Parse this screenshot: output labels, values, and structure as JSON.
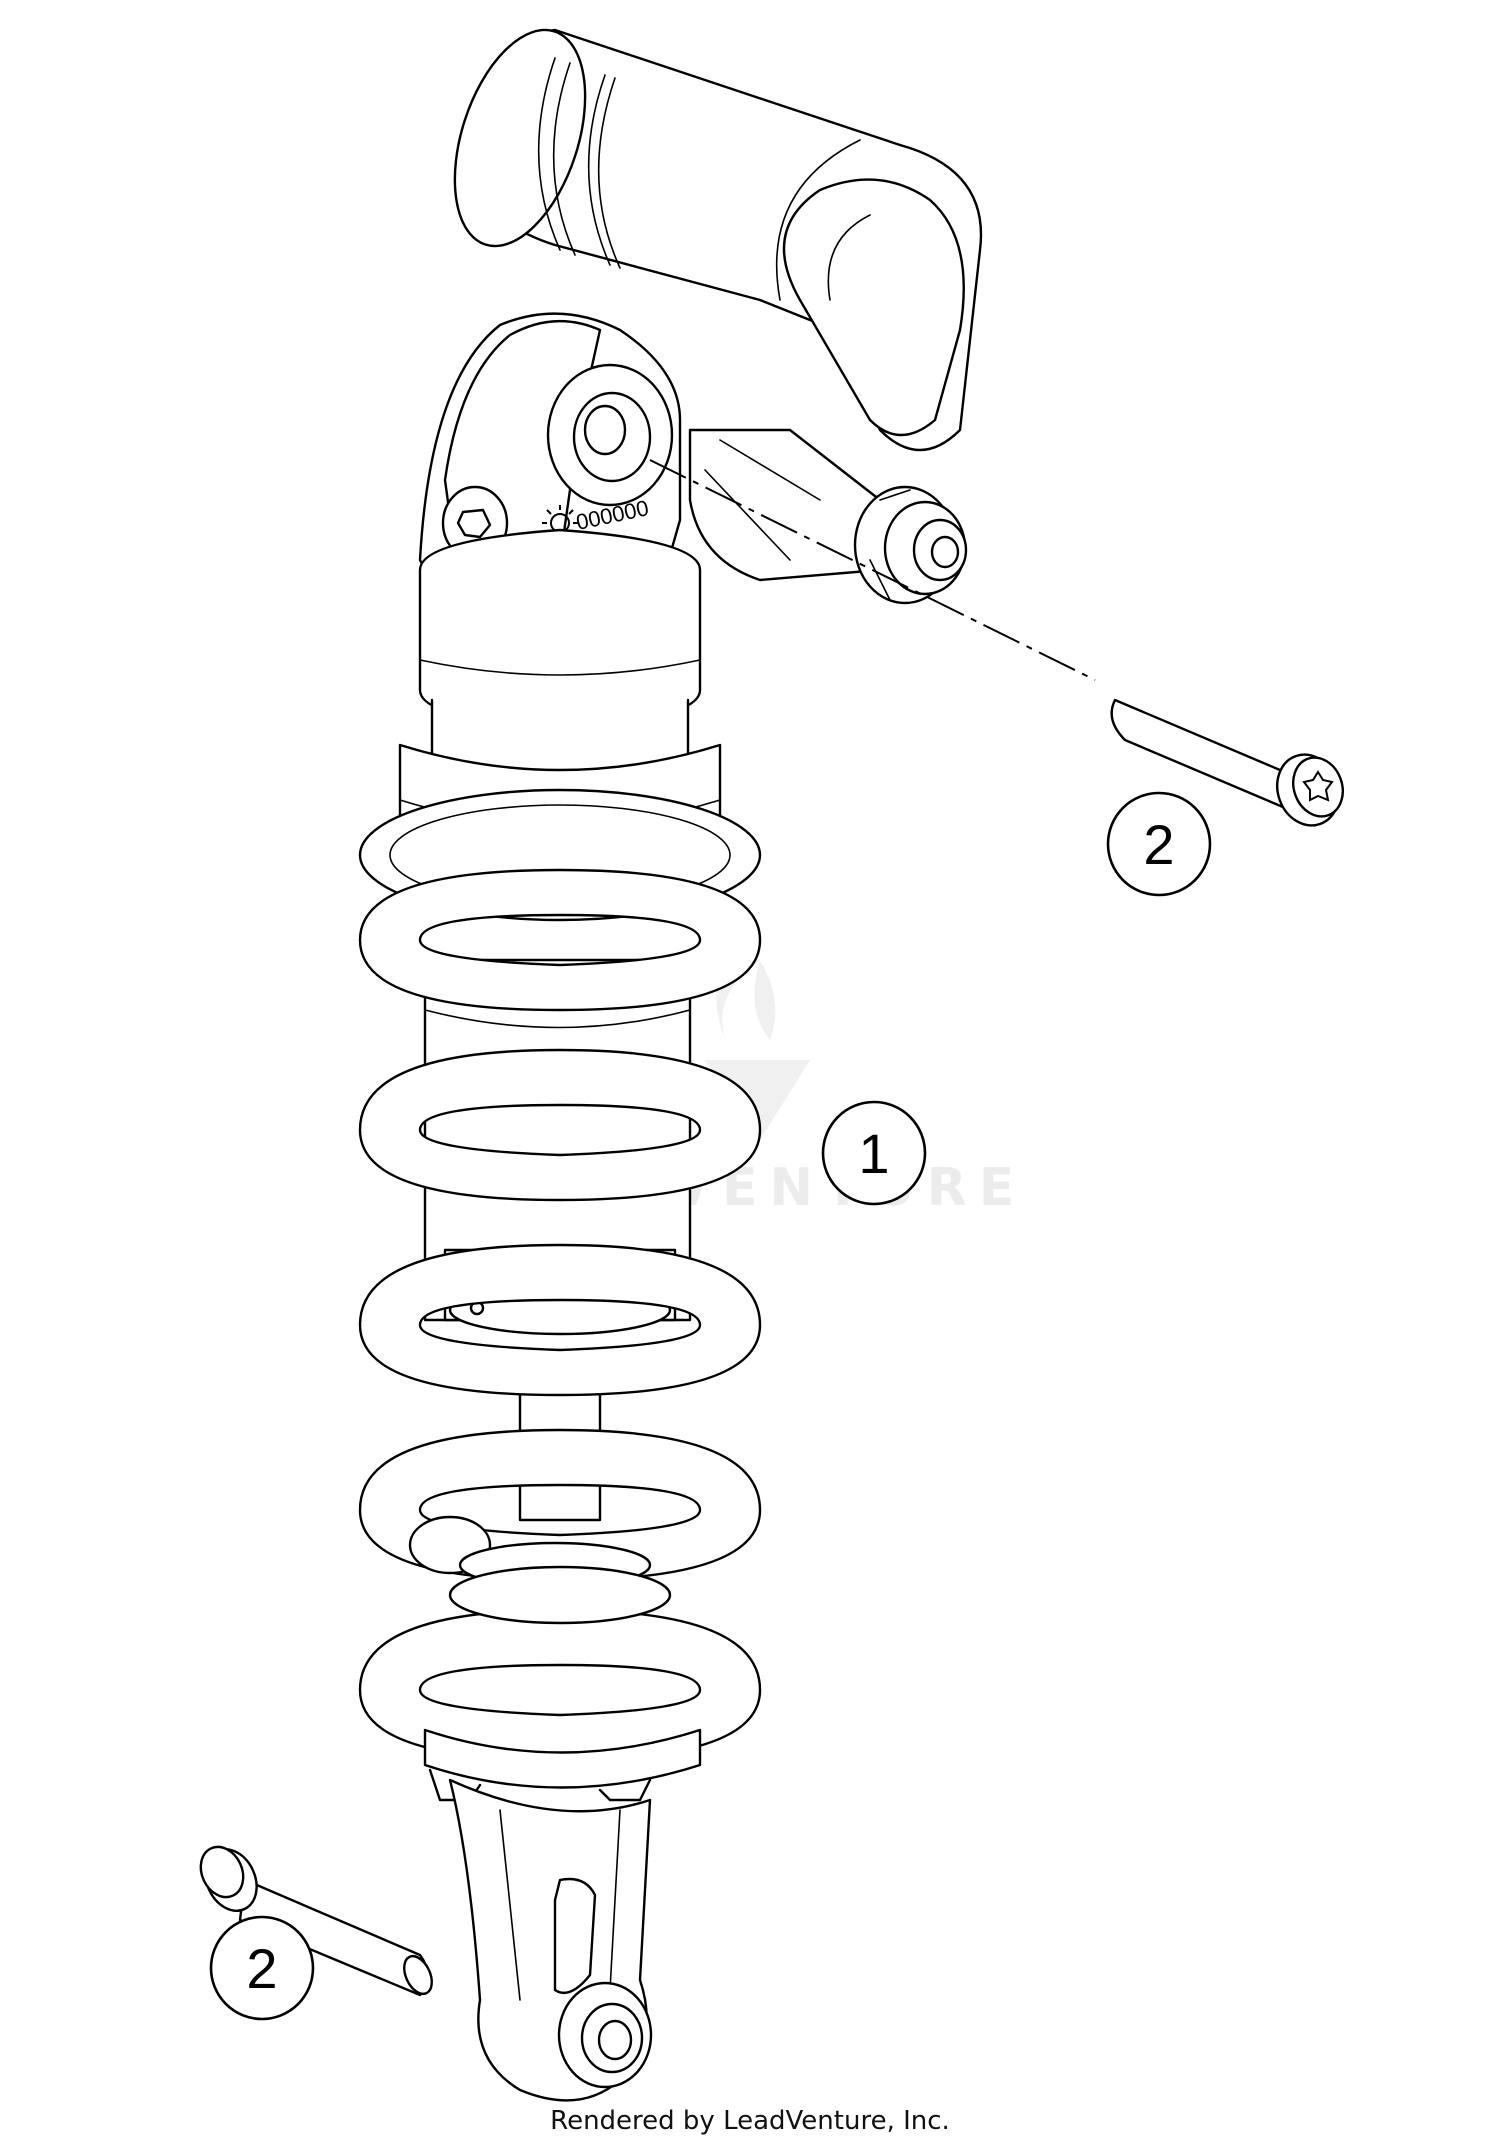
{
  "callouts": [
    {
      "number": "1",
      "part": "shock-absorber"
    },
    {
      "number": "2",
      "part": "upper-bolt"
    },
    {
      "number": "2",
      "part": "lower-bolt"
    }
  ],
  "watermark": "LEADVENTURE",
  "stamp_text": "000000",
  "credit": "Rendered by LeadVenture, Inc.",
  "colors": {
    "line": "#000000",
    "background": "#ffffff",
    "watermark": "#ececec"
  }
}
